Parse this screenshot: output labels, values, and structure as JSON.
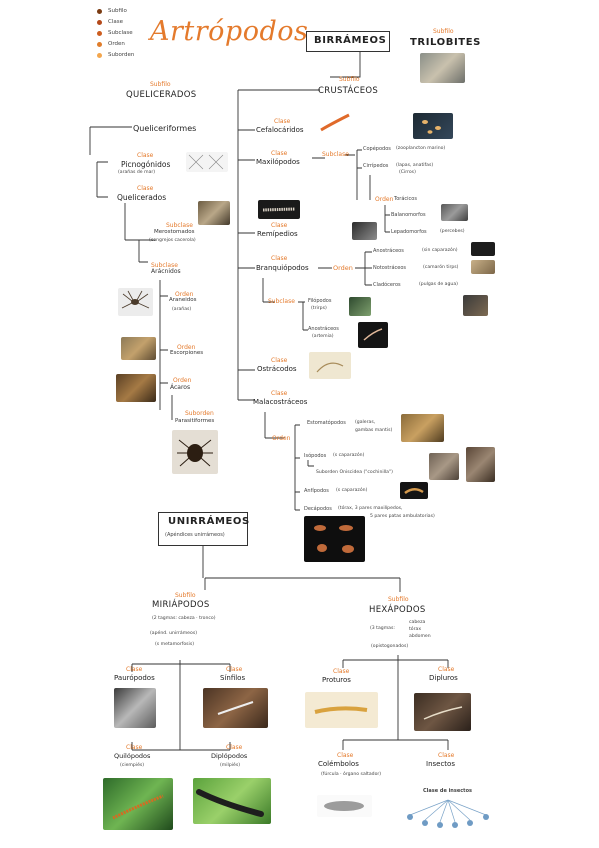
{
  "title": "Artrópodos",
  "legend": [
    {
      "label": "Subfilo",
      "color": "#7a3b12"
    },
    {
      "label": "Clase",
      "color": "#b4491a"
    },
    {
      "label": "Subclase",
      "color": "#cd5d1f"
    },
    {
      "label": "Orden",
      "color": "#e07d2b"
    },
    {
      "label": "Suborden",
      "color": "#f3a64d"
    }
  ],
  "level_labels": {
    "subfilo": "Subfilo",
    "clase": "Clase",
    "subclase": "Subclase",
    "orden": "Orden",
    "suborden": "Suborden"
  },
  "birramios": "BIRRÁMEOS",
  "trilobites": "TRILOBITES",
  "quelicerados": {
    "title": "QUELICERADOS",
    "queliceriformes": "Queliceriformes",
    "picnogonidos": "Picnogónidos",
    "picnogonidos_note": "(arañas de mar)",
    "quelicerados_clase": "Quelicerados",
    "merostomados": "Merostomados",
    "merostomados_note": "(cangrejos cacerola)",
    "aracnidos": "Arácnidos",
    "araneidos": "Araneidos",
    "araneidos_note": "(arañas)",
    "escorpiones": "Escorpiones",
    "acaros": "Ácaros",
    "parasitiformes": "Parasitiformes"
  },
  "crustaceos": {
    "title": "CRUSTÁCEOS",
    "cefalocaridos": "Cefalocáridos",
    "maxilopodos": "Maxilópodos",
    "copepodos": "Copépodos",
    "copepodos_note": "(zooplancton marino)",
    "cirripedos": "Cirrípedos",
    "cirripedos_note": "(lapas, anatifas)",
    "cirripedos_note2": "(Cirros)",
    "toracicos": "Torácicos",
    "balanomorfos": "Balanomorfos",
    "lepadomorfos": "Lepadomorfos",
    "lepadomorfos_note": "(percebes)",
    "remipedios": "Remípedios",
    "branquiopodos": "Branquiópodos",
    "anostraceos": "Anostráceos",
    "anostraceos_note": "(sin caparazón)",
    "notostraceos": "Notostráceos",
    "notostraceos_note": "(camarón tirps)",
    "cladoceros": "Cladóceros",
    "cladoceros_note": "(pulgas de agua)",
    "filopodos": "Filópodos",
    "filopodos_note": "(trirps)",
    "anostraceos2": "Anostráceos",
    "anostraceos2_note": "(artemia)",
    "ostracodos": "Ostrácodos",
    "malacostraceos": "Malacostráceos",
    "estomatopodos": "Estomatópodos",
    "estomatopodos_note": "(galeras,",
    "estomatopodos_note2": "gambas mantis)",
    "isopodos": "Isópodos",
    "isopodos_note": "(s caparazón)",
    "oniscidea": "Suborden Oniscidea (\"cochinilla\")",
    "anfipodos": "Anfípodos",
    "anfipodos_note": "(s caparazón)",
    "decapodos": "Decápodos",
    "decapodos_note": "(tórax, 3 pares maxilípedos,",
    "decapodos_note2": "5 pares patas ambulatorias)"
  },
  "unirrameos": {
    "title": "UNIRRÁMEOS",
    "note": "(Apéndices unirrámeos)"
  },
  "miriapodos": {
    "title": "MIRIÁPODOS",
    "note1": "(2 tagmas: cabeza · tronco)",
    "note2": "(apénd. unirrámeos)",
    "note3": "(s metamorfosis)",
    "paruropodos": "Paurópodos",
    "sinfilos": "Sínfilos",
    "quilopodos": "Quilópodos",
    "quilopodos_note": "(ciempiés)",
    "diplopodos": "Diplópodos",
    "diplopodos_note": "(milpiés)"
  },
  "hexapodos": {
    "title": "HEXÁPODOS",
    "note1": "(3 tagmas:",
    "tagmas": [
      "cabeza",
      "tórax",
      "abdomen"
    ],
    "note2": "(opistogonados)",
    "proturos": "Proturos",
    "dipluros": "Dipluros",
    "colembolos": "Colémbolos",
    "colembolos_note": "(fúrcula · órgano saltador)",
    "insectos": "Insectos",
    "clase_insectos": "Clase de insectos"
  }
}
